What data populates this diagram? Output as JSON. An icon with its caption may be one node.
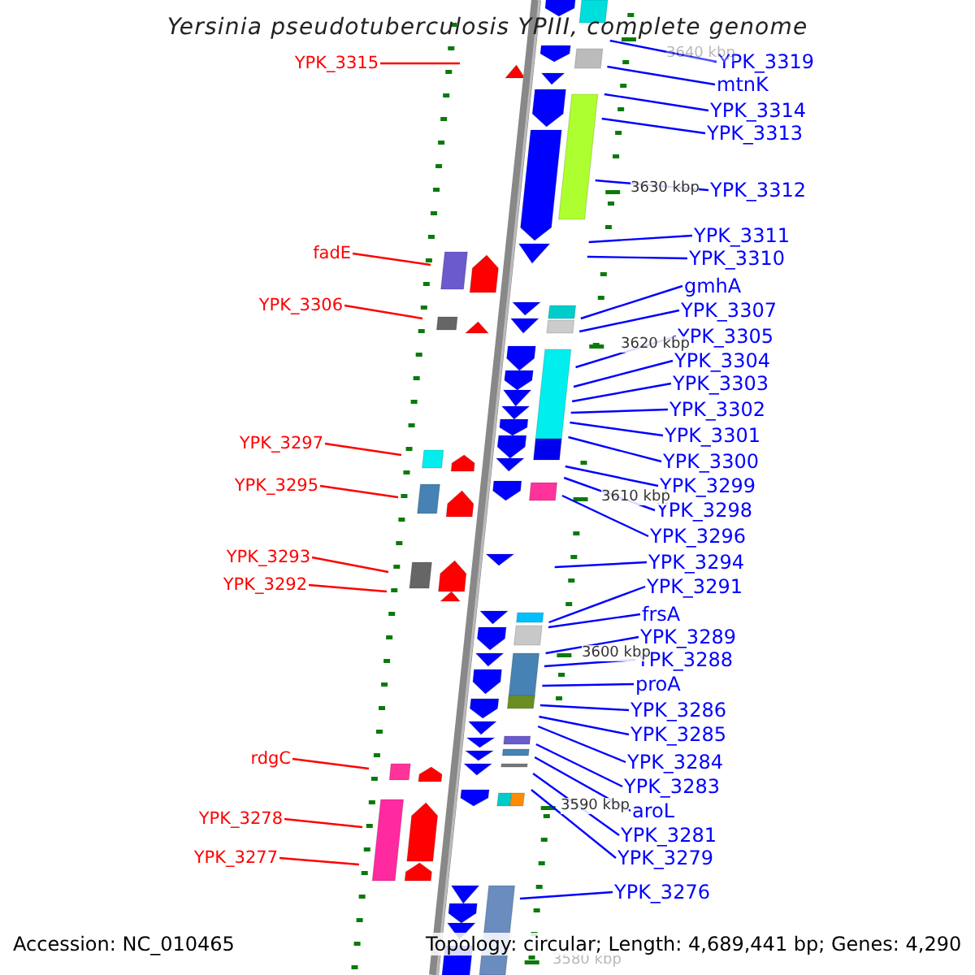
{
  "diagram": {
    "title": "Yersinia pseudotuberculosis YPIII, complete genome",
    "nodes": [
      {
        "text": [
          "YPK_3315"
        ]
      },
      {
        "text": [
          "fadE"
        ]
      },
      {
        "text": [
          "YPK_3306"
        ]
      },
      {
        "text": [
          "YPK_3297"
        ]
      },
      {
        "text": [
          "YPK_3295"
        ]
      },
      {
        "text": [
          "YPK_3293"
        ]
      },
      {
        "text": [
          "YPK_3292"
        ]
      },
      {
        "text": [
          "rdgC"
        ]
      },
      {
        "text": [
          "YPK_3278"
        ]
      },
      {
        "text": [
          "YPK_3277"
        ]
      },
      {
        "text": [
          "YPK_3319"
        ]
      },
      {
        "text": [
          "mtnK"
        ]
      },
      {
        "text": [
          "YPK_3314"
        ]
      },
      {
        "text": [
          "YPK_3313"
        ]
      },
      {
        "text": [
          "YPK_3312"
        ]
      },
      {
        "text": [
          "YPK_3311"
        ]
      },
      {
        "text": [
          "YPK_3310"
        ]
      },
      {
        "text": [
          "gmhA"
        ]
      },
      {
        "text": [
          "YPK_3307"
        ]
      },
      {
        "text": [
          "YPK_3305"
        ]
      },
      {
        "text": [
          "YPK_3304"
        ]
      },
      {
        "text": [
          "YPK_3303"
        ]
      },
      {
        "text": [
          "YPK_3302"
        ]
      },
      {
        "text": [
          "YPK_3301"
        ]
      },
      {
        "text": [
          "YPK_3300"
        ]
      },
      {
        "text": [
          "YPK_3299"
        ]
      },
      {
        "text": [
          "YPK_3298"
        ]
      },
      {
        "text": [
          "YPK_3296"
        ]
      },
      {
        "text": [
          "YPK_3294"
        ]
      },
      {
        "text": [
          "YPK_3291"
        ]
      },
      {
        "text": [
          "frsA"
        ]
      },
      {
        "text": [
          "YPK_3289"
        ]
      },
      {
        "text": [
          "YPK_3288"
        ]
      },
      {
        "text": [
          "proA"
        ]
      },
      {
        "text": [
          "YPK_3286"
        ]
      },
      {
        "text": [
          "YPK_3285"
        ]
      },
      {
        "text": [
          "YPK_3284"
        ]
      },
      {
        "text": [
          "YPK_3283"
        ]
      },
      {
        "text": [
          "aroL"
        ]
      },
      {
        "text": [
          "YPK_3281"
        ]
      },
      {
        "text": [
          "YPK_3279"
        ]
      },
      {
        "text": [
          "YPK_3276"
        ]
      }
    ],
    "edges": [
      {
        "from": 0,
        "to": null,
        "arrow": "none",
        "color": "#ff0000"
      },
      {
        "from": 1,
        "to": null,
        "arrow": "none",
        "color": "#ff0000"
      },
      {
        "from": 2,
        "to": null,
        "arrow": "none",
        "color": "#ff0000"
      },
      {
        "from": 3,
        "to": null,
        "arrow": "none",
        "color": "#ff0000"
      },
      {
        "from": 4,
        "to": null,
        "arrow": "none",
        "color": "#ff0000"
      },
      {
        "from": 5,
        "to": null,
        "arrow": "none",
        "color": "#ff0000"
      },
      {
        "from": 6,
        "to": null,
        "arrow": "none",
        "color": "#ff0000"
      },
      {
        "from": 7,
        "to": null,
        "arrow": "none",
        "color": "#ff0000"
      },
      {
        "from": 8,
        "to": null,
        "arrow": "none",
        "color": "#ff0000"
      },
      {
        "from": 9,
        "to": null,
        "arrow": "none",
        "color": "#ff0000"
      },
      {
        "from": 10,
        "to": null,
        "arrow": "none"
      },
      {
        "from": 11,
        "to": null,
        "arrow": "none"
      },
      {
        "from": 12,
        "to": null,
        "arrow": "none"
      },
      {
        "from": 13,
        "to": null,
        "arrow": "none"
      },
      {
        "from": 14,
        "to": null,
        "arrow": "none"
      },
      {
        "from": 15,
        "to": null,
        "arrow": "none"
      },
      {
        "from": 16,
        "to": null,
        "arrow": "none"
      },
      {
        "from": 17,
        "to": null,
        "arrow": "none"
      },
      {
        "from": 18,
        "to": null,
        "arrow": "none"
      },
      {
        "from": 19,
        "to": null,
        "arrow": "none"
      },
      {
        "from": 20,
        "to": null,
        "arrow": "none"
      },
      {
        "from": 21,
        "to": null,
        "arrow": "none"
      },
      {
        "from": 22,
        "to": null,
        "arrow": "none"
      },
      {
        "from": 23,
        "to": null,
        "arrow": "none"
      },
      {
        "from": 24,
        "to": null,
        "arrow": "none"
      },
      {
        "from": 25,
        "to": null,
        "arrow": "none"
      },
      {
        "from": 26,
        "to": null,
        "arrow": "none"
      },
      {
        "from": 27,
        "to": null,
        "arrow": "none"
      },
      {
        "from": 28,
        "to": null,
        "arrow": "none"
      },
      {
        "from": 29,
        "to": null,
        "arrow": "none"
      },
      {
        "from": 30,
        "to": null,
        "arrow": "none"
      },
      {
        "from": 31,
        "to": null,
        "arrow": "none"
      },
      {
        "from": 32,
        "to": null,
        "arrow": "none"
      },
      {
        "from": 33,
        "to": null,
        "arrow": "none"
      },
      {
        "from": 34,
        "to": null,
        "arrow": "none"
      },
      {
        "from": 35,
        "to": null,
        "arrow": "none"
      },
      {
        "from": 36,
        "to": null,
        "arrow": "none"
      },
      {
        "from": 37,
        "to": null,
        "arrow": "none"
      },
      {
        "from": 38,
        "to": null,
        "arrow": "none"
      },
      {
        "from": 39,
        "to": null,
        "arrow": "none"
      },
      {
        "from": 40,
        "to": null,
        "arrow": "none"
      },
      {
        "from": 41,
        "to": null,
        "arrow": "none"
      }
    ],
    "labels": [
      "3640 kbp",
      "3630 kbp",
      "3620 kbp",
      "3610 kbp",
      "3600 kbp",
      "3590 kbp",
      "3580 kbp",
      "Accession: NC_010465",
      "Topology: circular; Length: 4,689,441 bp; Genes: 4,290"
    ]
  }
}
